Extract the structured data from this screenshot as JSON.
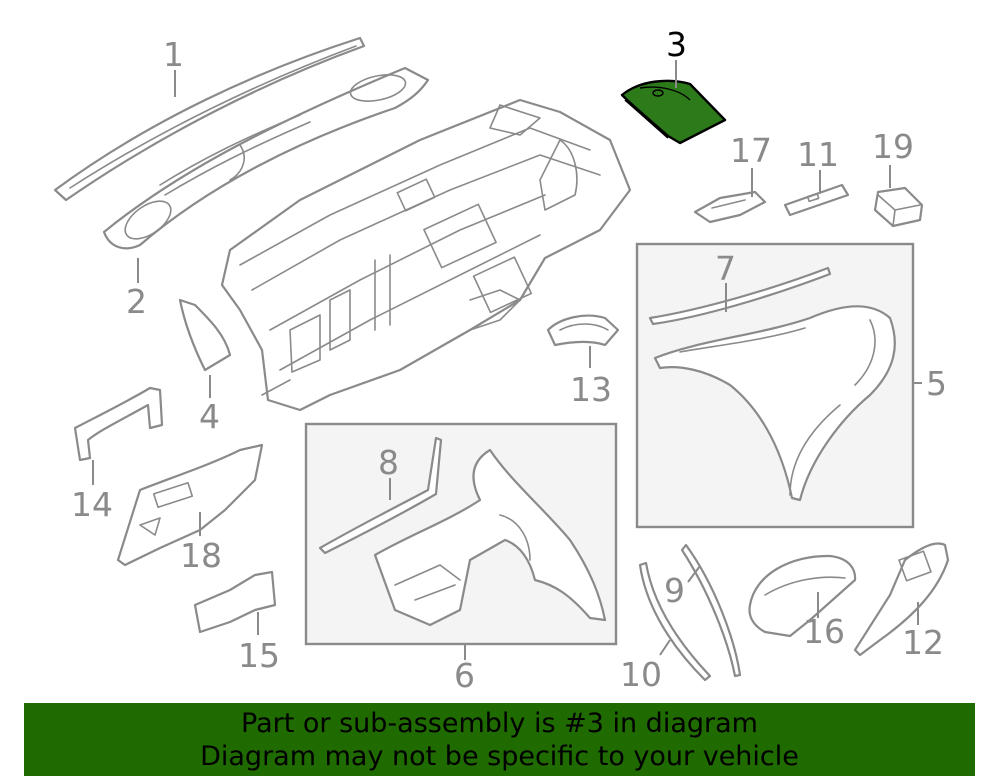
{
  "diagram": {
    "labels": {
      "l1": "1",
      "l2": "2",
      "l3": "3",
      "l4": "4",
      "l5": "5",
      "l6": "6",
      "l7": "7",
      "l8": "8",
      "l9": "9",
      "l10": "10",
      "l11": "11",
      "l12": "12",
      "l13": "13",
      "l14": "14",
      "l15": "15",
      "l16": "16",
      "l17": "17",
      "l18": "18",
      "l19": "19"
    },
    "highlighted_part": "3",
    "colors": {
      "line": "#8a8a8a",
      "highlight_fill": "#2d7a1a",
      "highlight_stroke": "#000000",
      "box_fill": "#f4f4f4",
      "banner_bg": "#1f6b00"
    }
  },
  "banner": {
    "line1": "Part or sub-assembly is #3 in diagram",
    "line2": "Diagram may not be specific to your vehicle"
  }
}
